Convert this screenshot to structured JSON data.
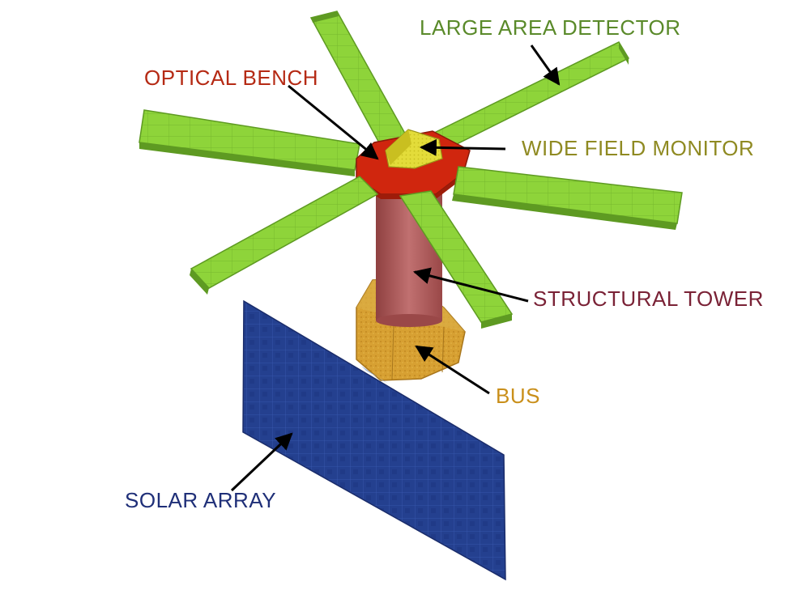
{
  "labels": {
    "large_area_detector": "LARGE AREA DETECTOR",
    "optical_bench": "OPTICAL BENCH",
    "wide_field_monitor": "WIDE FIELD MONITOR",
    "structural_tower": "STRUCTURAL TOWER",
    "bus": "BUS",
    "solar_array": "SOLAR ARRAY"
  },
  "colors": {
    "large_area_detector": "#5a8a2a",
    "optical_bench": "#b52a14",
    "wide_field_monitor": "#8f8a22",
    "structural_tower": "#7a2236",
    "bus": "#c98f1a",
    "solar_array": "#1f2f78",
    "panel_green": "#8ed43a",
    "panel_green_dark": "#5e9a22",
    "bench_red": "#d0260e",
    "tower": "#b36060",
    "bus_gold": "#d7a032",
    "solar_blue": "#24408f",
    "monitor_yellow": "#e3dc3a"
  }
}
